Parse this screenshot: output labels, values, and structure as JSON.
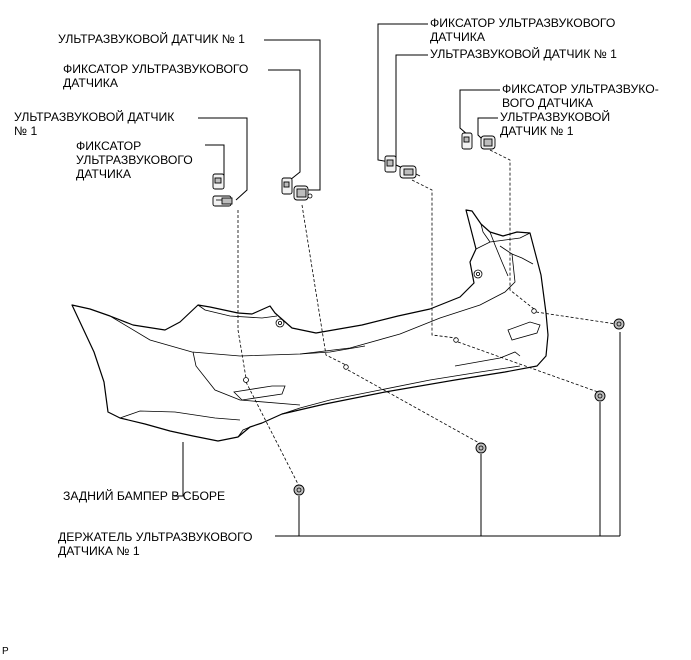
{
  "labels": {
    "sensor_1_top": "УЛЬТРАЗВУКОВОЙ ДАТЧИК № 1",
    "retainer_top_right": "ФИКСАТОР УЛЬТРАЗВУКОВОГО\nДАТЧИКА",
    "sensor_1_top_right": "УЛЬТРАЗВУКОВОЙ ДАТЧИК № 1",
    "retainer_mid_left": "ФИКСАТОР УЛЬТРАЗВУКОВОГО\nДАТЧИКА",
    "retainer_far_right": "ФИКСАТОР УЛЬТРАЗВУКО-\nВОГО ДАТЧИКА",
    "sensor_1_far_right": "УЛЬТРАЗВУКОВОЙ\nДАТЧИК № 1",
    "sensor_1_left": "УЛЬТРАЗВУКОВОЙ ДАТЧИК\n№ 1",
    "retainer_left": "ФИКСАТОР\nУЛЬТРАЗВУКОВОГО\nДАТЧИКА",
    "bumper": "ЗАДНИЙ БАМПЕР В СБОРЕ",
    "holder": "ДЕРЖАТЕЛЬ УЛЬТРАЗВУКОВОГО\nДАТЧИКА № 1",
    "corner_mark": "P"
  },
  "colors": {
    "line": "#000000",
    "part_fill": "#f2f2f2",
    "part_dark": "#bdbdbd",
    "background": "#ffffff"
  }
}
